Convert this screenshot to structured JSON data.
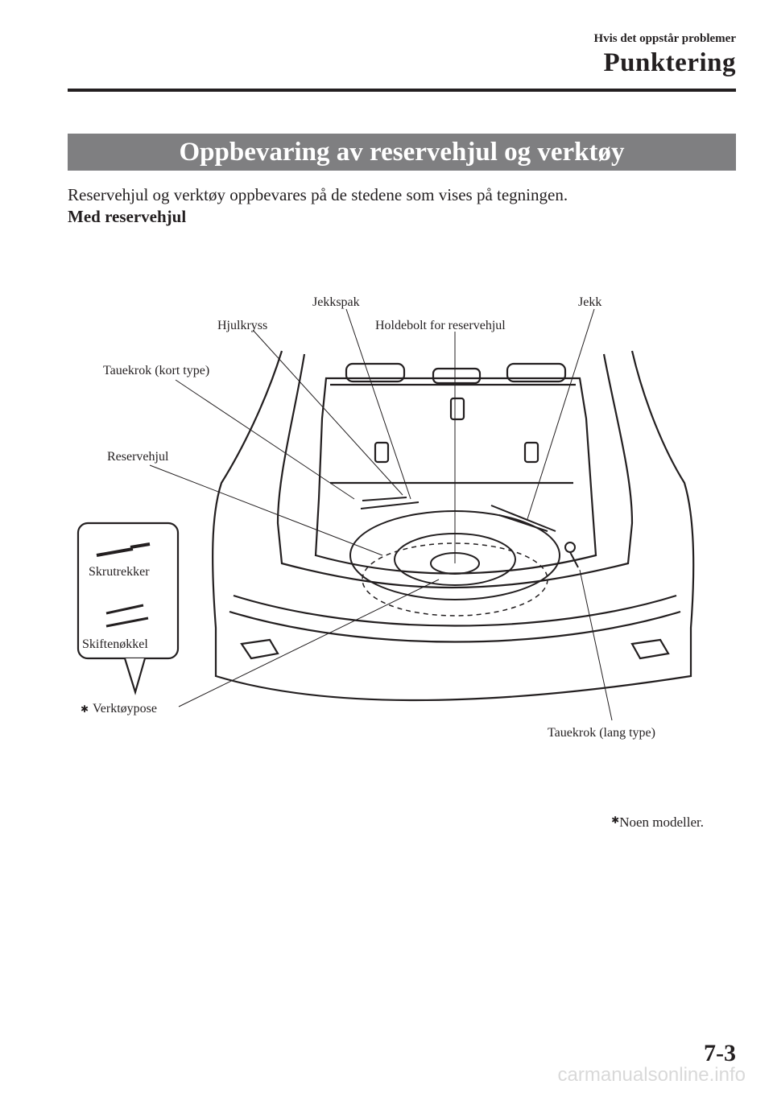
{
  "header": {
    "section": "Hvis det oppstår problemer",
    "chapter": "Punktering"
  },
  "title_bar": "Oppbevaring av reservehjul og verktøy",
  "intro": "Reservehjul og verktøy oppbevares på de stedene som vises på tegningen.",
  "subhead": "Med reservehjul",
  "diagram": {
    "labels": {
      "jekkspak": "Jekkspak",
      "jekk": "Jekk",
      "hjulkryss": "Hjulkryss",
      "holdebolt": "Holdebolt for reservehjul",
      "tauekrok_kort": "Tauekrok (kort type)",
      "reservehjul": "Reservehjul",
      "skrutrekker": "Skrutrekker",
      "skiftenokkel": "Skiftenøkkel",
      "verktoypose": "Verktøypose",
      "tauekrok_lang": "Tauekrok (lang type)"
    },
    "asterisk": "✱"
  },
  "footnote": {
    "asterisk": "✱",
    "text": "Noen modeller."
  },
  "page_number": "7-3",
  "site": "carmanualsonline.info"
}
